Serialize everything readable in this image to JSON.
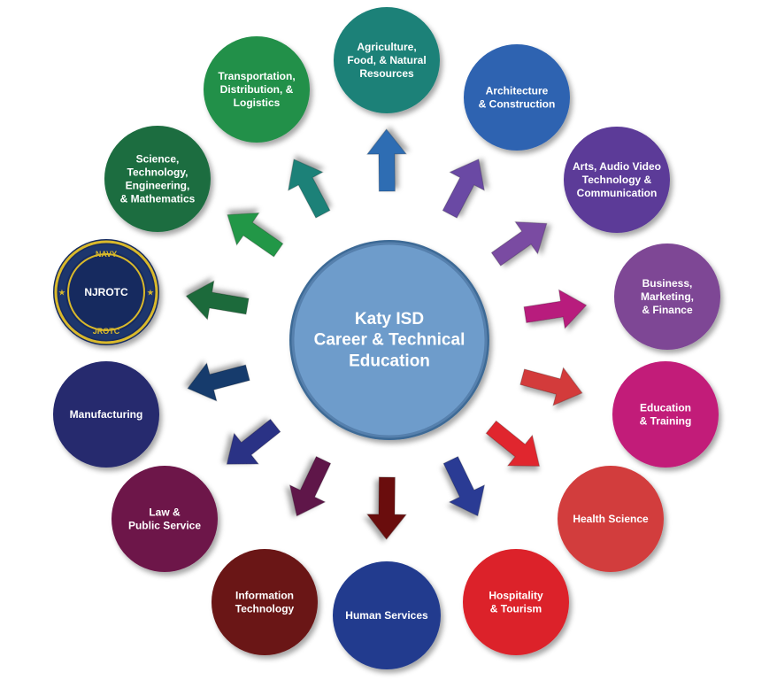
{
  "center": {
    "lines": [
      "Katy ISD",
      "Career & Technical",
      "Education"
    ],
    "color": "#6e9ccb"
  },
  "clusters": [
    {
      "id": "agriculture",
      "lines": [
        "Agriculture,",
        "Food, & Natural",
        "Resources"
      ],
      "color": "#1f8178",
      "arrow_color": "#2e6db3"
    },
    {
      "id": "architecture",
      "lines": [
        "Architecture",
        "& Construction"
      ],
      "color": "#2f63b1",
      "arrow_color": "#6a4aa4"
    },
    {
      "id": "arts",
      "lines": [
        "Arts, Audio Video",
        "Technology &",
        "Communication"
      ],
      "color": "#5b3a98",
      "arrow_color": "#7a4ca2"
    },
    {
      "id": "business",
      "lines": [
        "Business,",
        "Marketing,",
        "& Finance"
      ],
      "color": "#7e4695",
      "arrow_color": "#b81e7d"
    },
    {
      "id": "education",
      "lines": [
        "Education",
        "& Training"
      ],
      "color": "#c21f79",
      "arrow_color": "#d33b3b"
    },
    {
      "id": "health",
      "lines": [
        "Health Science"
      ],
      "color": "#d23d3d",
      "arrow_color": "#e0282f"
    },
    {
      "id": "hospitality",
      "lines": [
        "Hospitality",
        "& Tourism"
      ],
      "color": "#dc2229",
      "arrow_color": "#2a3b94"
    },
    {
      "id": "human-services",
      "lines": [
        "Human Services"
      ],
      "color": "#203b8e",
      "arrow_color": "#6b1111"
    },
    {
      "id": "information-technology",
      "lines": [
        "Information",
        "Technology"
      ],
      "color": "#6a1414",
      "arrow_color": "#5f154a"
    },
    {
      "id": "law",
      "lines": [
        "Law &",
        "Public Service"
      ],
      "color": "#6d1548",
      "arrow_color": "#2c3185"
    },
    {
      "id": "manufacturing",
      "lines": [
        "Manufacturing"
      ],
      "color": "#262a6e",
      "arrow_color": "#123a6c"
    },
    {
      "id": "njrotc",
      "lines": [
        "NJROTC"
      ],
      "color": "#122a5e",
      "arrow_color": "#1f6a3a",
      "ring_top": "NAVY",
      "ring_bottom": "JROTC",
      "ring_color": "#d9b92b"
    },
    {
      "id": "stem",
      "lines": [
        "Science,",
        "Technology,",
        "Engineering,",
        "& Mathematics"
      ],
      "color": "#1e6d40",
      "arrow_color": "#239747"
    },
    {
      "id": "transportation",
      "lines": [
        "Transportation,",
        "Distribution, &",
        "Logistics"
      ],
      "color": "#249048",
      "arrow_color": "#1f8178"
    }
  ]
}
